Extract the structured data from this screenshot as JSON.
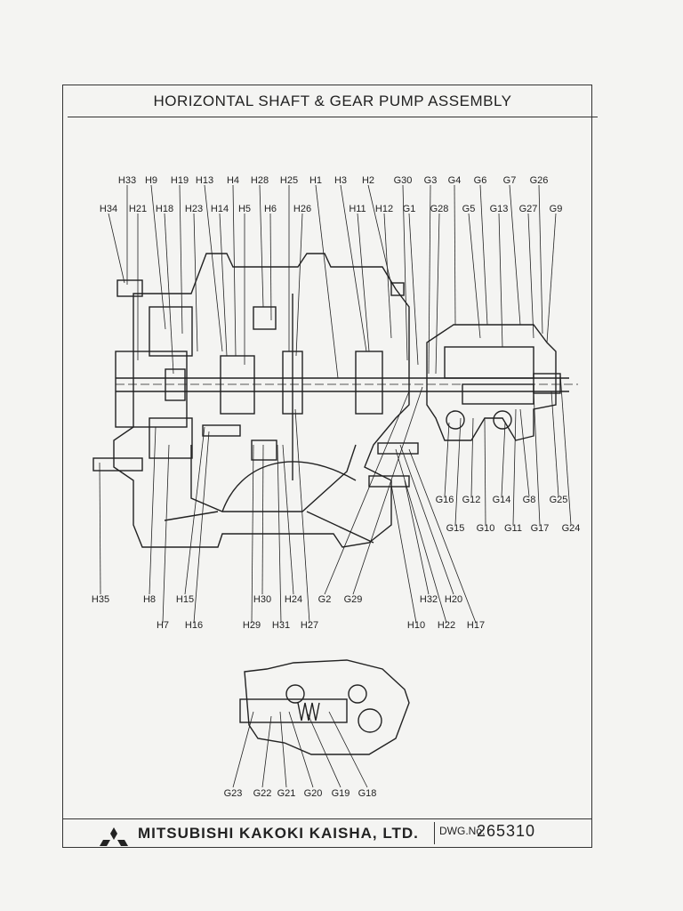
{
  "title": "HORIZONTAL SHAFT & GEAR PUMP ASSEMBLY",
  "company": "MITSUBISHI KAKOKI KAISHA, LTD.",
  "drawing_label": "DWG.No.",
  "drawing_number": "265310",
  "labels": {
    "top_row1": [
      "H33",
      "H9",
      "H19",
      "H13",
      "H4",
      "H28",
      "H25",
      "H1",
      "H3",
      "H2",
      "G30",
      "G3",
      "G4",
      "G6",
      "G7",
      "G26"
    ],
    "top_row2": [
      "H34",
      "H21",
      "H18",
      "H23",
      "H14",
      "H5",
      "H6",
      "H26",
      "H11",
      "H12",
      "G1",
      "G28",
      "G5",
      "G13",
      "G27",
      "G9"
    ],
    "right_row1": [
      "G16",
      "G12",
      "G14",
      "G8",
      "G25"
    ],
    "right_row2": [
      "G15",
      "G10",
      "G11",
      "G17",
      "G24"
    ],
    "bottom_row1": [
      "H35",
      "H8",
      "H15",
      "H30",
      "H24",
      "G2",
      "G29",
      "H32",
      "H20"
    ],
    "bottom_row2": [
      "H7",
      "H16",
      "H29",
      "H31",
      "H27",
      "H10",
      "H22",
      "H17"
    ],
    "detail_row": [
      "G23",
      "G22",
      "G21",
      "G20",
      "G19",
      "G18"
    ]
  }
}
